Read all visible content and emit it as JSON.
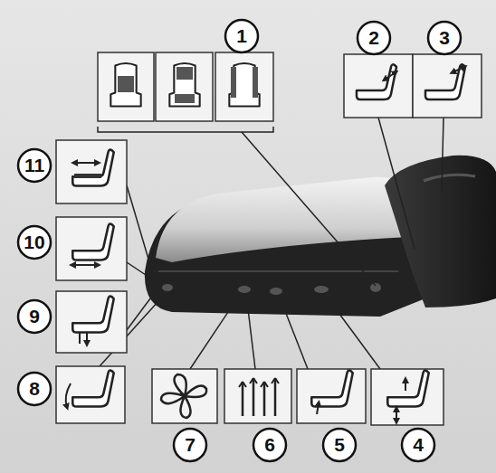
{
  "diagram": {
    "labels": [
      "1",
      "2",
      "3",
      "11",
      "10",
      "9",
      "8",
      "7",
      "6",
      "5",
      "4"
    ]
  }
}
